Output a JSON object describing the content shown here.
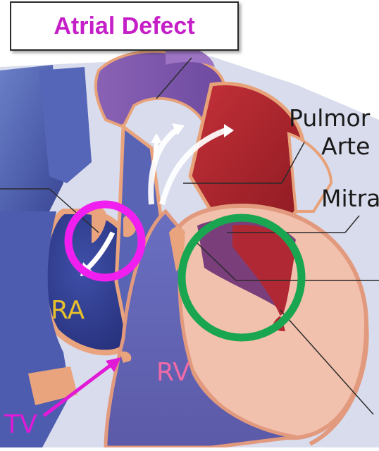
{
  "title": "Atrial Defect",
  "labels": {
    "pulmonary_1": "Pulmor",
    "pulmonary_2": "Arte",
    "mitral": "Mitra",
    "ra": "RA",
    "rv": "RV",
    "tv": "TV"
  },
  "colors": {
    "title": "#c51fc8",
    "defect_circle": "#f01ff0",
    "valve_circle": "#1aa650",
    "ra_label": "#e8c12a",
    "rv_label": "#f06aa8",
    "tv_label": "#e01ad6",
    "deoxygenated": "#3d4c9e",
    "oxygenated": "#b4202a"
  }
}
